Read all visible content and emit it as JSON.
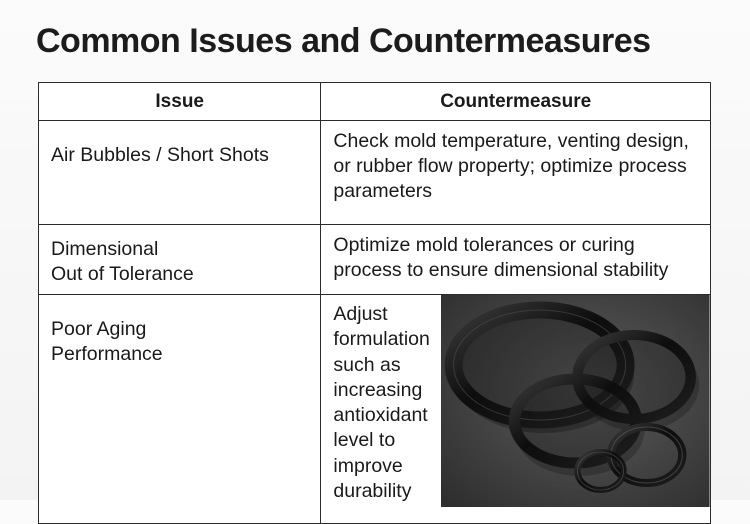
{
  "title": "Common Issues and Countermeasures",
  "table": {
    "headers": {
      "issue": "Issue",
      "countermeasure": "Countermeasure"
    },
    "rows": [
      {
        "issue": "Air Bubbles / Short Shots",
        "countermeasure": "Check mold temperature, venting design, or rubber flow property; optimize process parameters"
      },
      {
        "issue": "Dimensional\nOut of Tolerance",
        "countermeasure": "Optimize mold tolerances or curing process to ensure dimensional stability"
      },
      {
        "issue": "Poor Aging\nPerformance",
        "countermeasure": "Adjust formulation such as increasing antioxidant level to improve durability"
      }
    ]
  },
  "photo": {
    "icon": "rubber-o-rings-photo",
    "colors": {
      "background": "#4a4a4a",
      "ring": "#111111"
    }
  }
}
